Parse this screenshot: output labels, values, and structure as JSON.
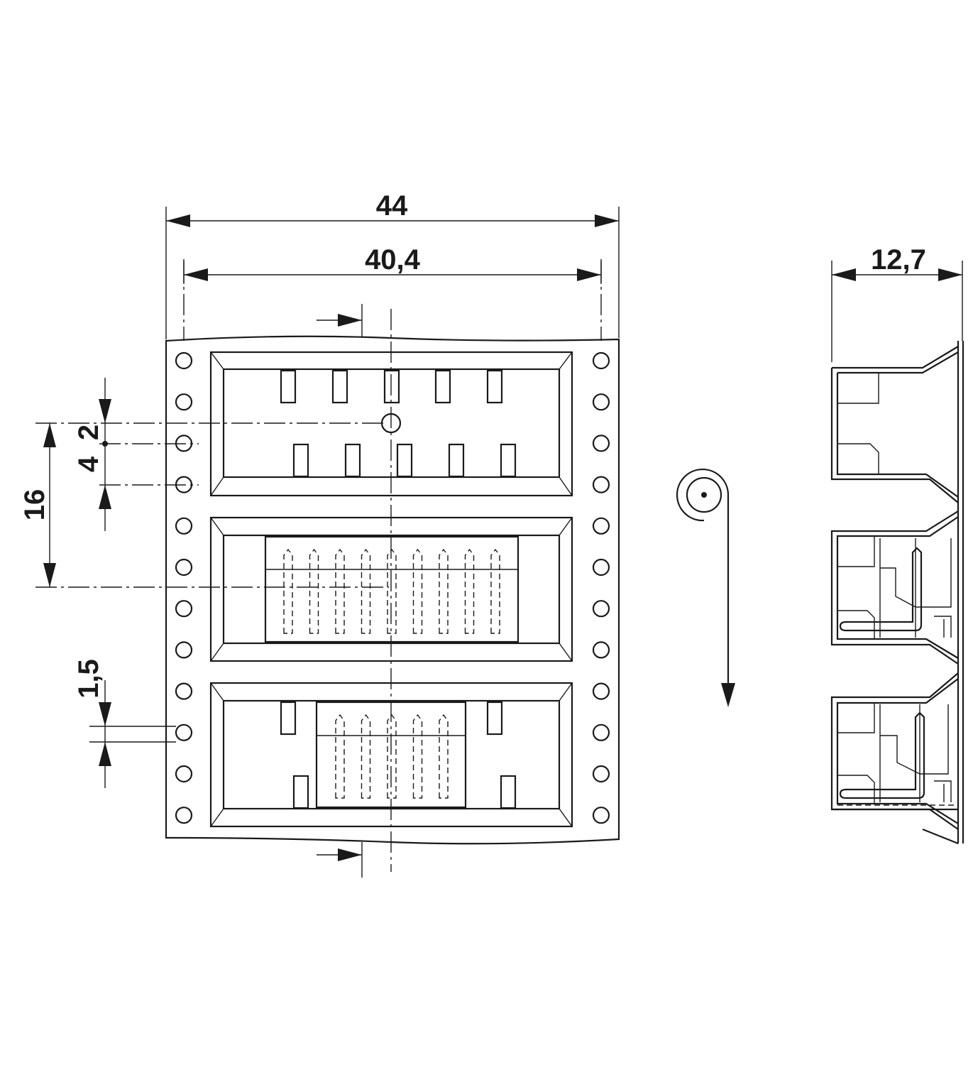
{
  "dimensions": {
    "overall_width": "44",
    "inner_width": "40,4",
    "side_width": "12,7",
    "pitch": "16",
    "hole_spacing": "4",
    "hole_offset": "2",
    "hole_diameter": "1,5"
  },
  "colors": {
    "line": "#1a1a1a",
    "pin_fill": "#dddddd",
    "background": "#ffffff"
  },
  "icons": {
    "reel_direction": "unwind-direction-icon"
  }
}
